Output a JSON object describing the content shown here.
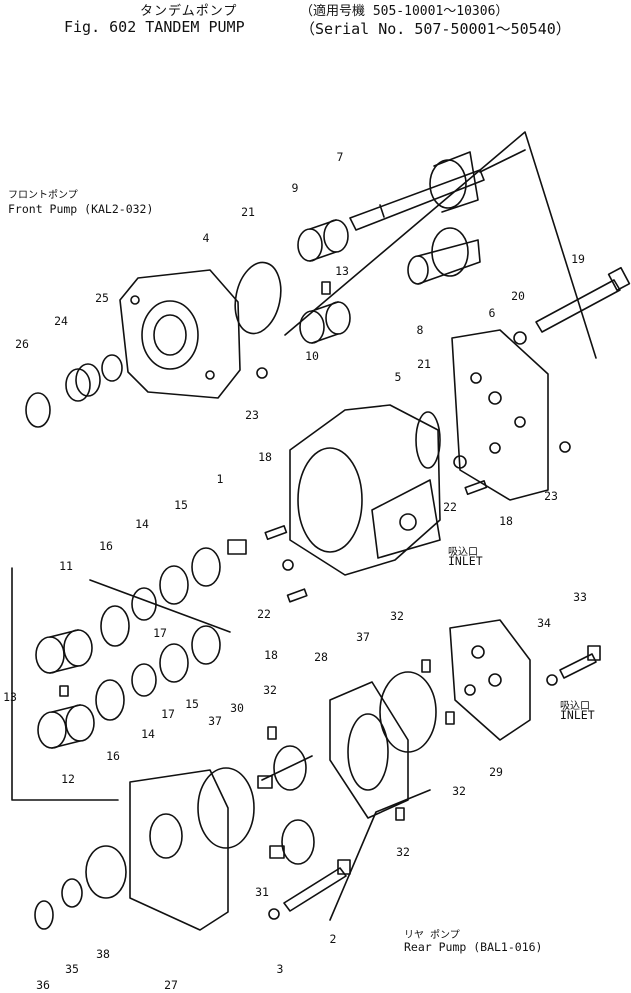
{
  "header": {
    "title_jp": "タンデムポンプ",
    "title_en": "Fig. 602 TANDEM PUMP",
    "serial_jp": "（適用号機 505-10001～10306）",
    "serial_en": "（Serial No. 507-50001～50540）"
  },
  "labels": {
    "front_pump_jp": "フロントポンプ",
    "front_pump_en": "Front Pump (KAL2-032)",
    "rear_pump_jp": "リヤ ポンプ",
    "rear_pump_en": "Rear Pump (BAL1-016)",
    "inlet_jp_1": "吸込口",
    "inlet_en_1": "INLET",
    "inlet_jp_2": "吸込口",
    "inlet_en_2": "INLET"
  },
  "callouts": [
    "7",
    "9",
    "21",
    "13",
    "19",
    "20",
    "4",
    "6",
    "25",
    "24",
    "26",
    "8",
    "10",
    "23",
    "5",
    "21",
    "18",
    "1",
    "15",
    "14",
    "16",
    "22",
    "23",
    "18",
    "11",
    "17",
    "22",
    "18",
    "13",
    "15",
    "12",
    "16",
    "14",
    "17",
    "32",
    "37",
    "33",
    "34",
    "28",
    "32",
    "30",
    "37",
    "29",
    "32",
    "32",
    "31",
    "2",
    "36",
    "35",
    "38",
    "27",
    "3"
  ]
}
